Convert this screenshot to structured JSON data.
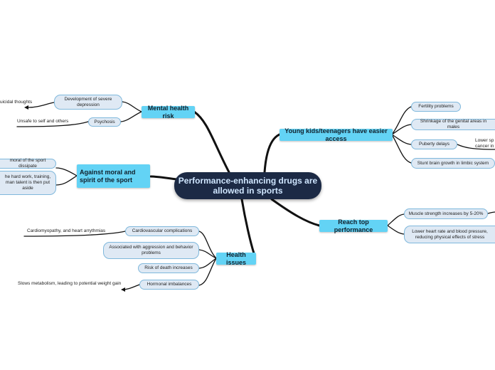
{
  "center": "Performance-enhancing drugs are allowed in sports",
  "mental": {
    "title": "Mental health risk",
    "depression": "Development of severe depression",
    "suicidal": "uicidal thoughts",
    "psychosis": "Psychosis",
    "unsafe": "Unsafe to self and others"
  },
  "moral": {
    "title": "Against moral and spirit of the sport",
    "dissipate": "moral of the sport dissipate",
    "hardwork": "he hard work, training, man talent is then put aside"
  },
  "health": {
    "title": "Health issues",
    "cardio": "Cardiovascular complications",
    "cardio_leaf": "Cardiomyopathy, and heart arrythmias",
    "aggression": "Associated with aggression and behavior problems",
    "death": "Risk of death increases",
    "hormonal": "Hormonal imbalances",
    "hormonal_leaf": "Slows metabolism, leading to potential weight gain"
  },
  "young": {
    "title": "Young kids/teenagers have easier access",
    "fertility": "Fertility problems",
    "shrinkage": "Shrinkage of the genital areas in males",
    "puberty": "Puberty delays",
    "puberty_leaf": "Lower sp cancer in",
    "stunt": "Stunt brain growth in limbic system"
  },
  "reach": {
    "title": "Reach top performance",
    "muscle": "Muscle strength increases by 5-20%",
    "heart": "Lower heart rate and blood pressure, reducing physical effects of stress"
  },
  "colors": {
    "center_bg": "#1c2a45",
    "center_text": "#cfe6ff",
    "main_bg": "#63d3f5",
    "sub_bg": "#dfe9f4",
    "sub_border": "#7fb8dc",
    "line": "#111111"
  }
}
